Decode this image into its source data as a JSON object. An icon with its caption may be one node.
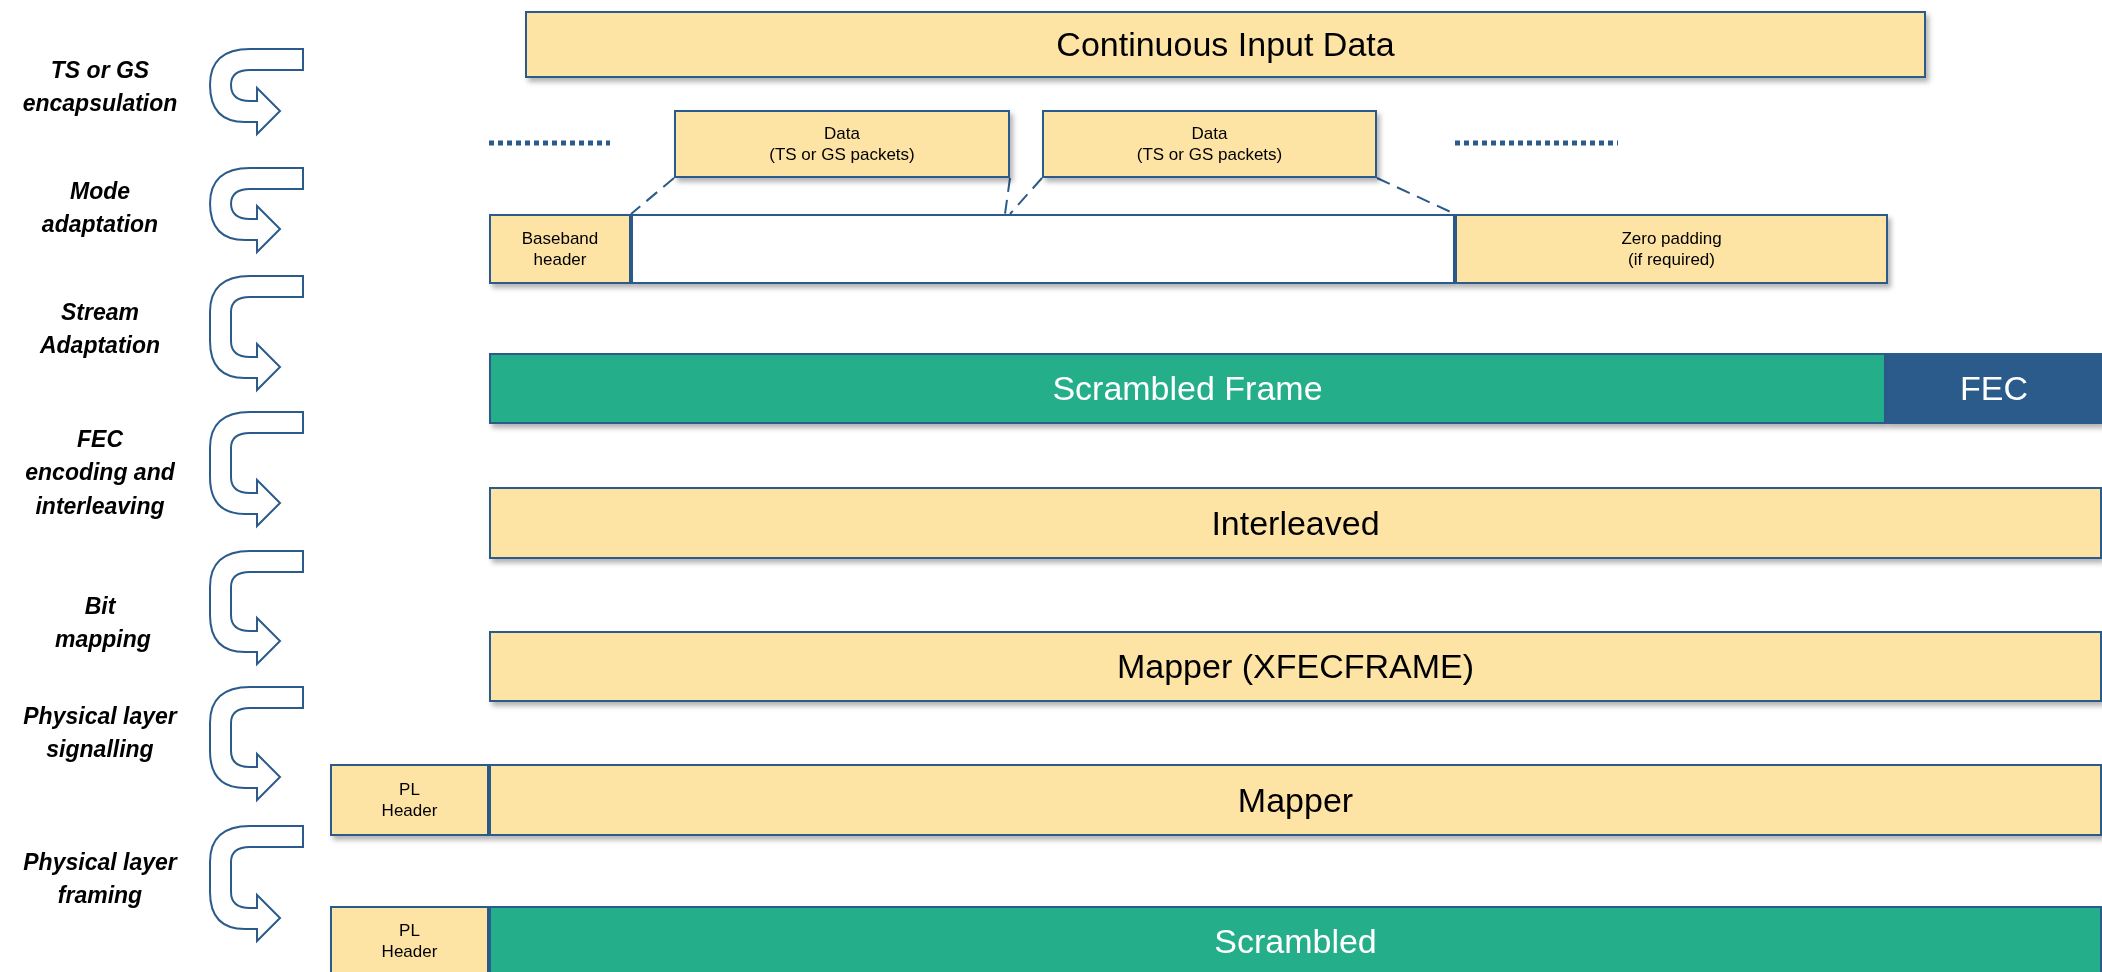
{
  "diagram": {
    "nodes": [
      {
        "text": [
          "Continuous Input Data"
        ]
      },
      {
        "text": [
          "Data",
          "(TS or GS packets)"
        ]
      },
      {
        "text": [
          "Data",
          "(TS or GS packets)"
        ]
      },
      {
        "text": [
          "Baseband header"
        ]
      },
      {
        "text": [],
        "shape": "box"
      },
      {
        "text": [
          "Zero padding",
          "(if required)"
        ]
      },
      {
        "text": [
          "Scrambled Frame"
        ]
      },
      {
        "text": [
          "FEC"
        ]
      },
      {
        "text": [
          "Interleaved"
        ]
      },
      {
        "text": [
          "Mapper (XFECFRAME)"
        ]
      },
      {
        "text": [
          "PL Header"
        ]
      },
      {
        "text": [
          "Mapper"
        ]
      },
      {
        "text": [
          "PL Header"
        ]
      },
      {
        "text": [
          "Scrambled"
        ]
      }
    ],
    "edges": [
      {
        "from": 1,
        "to": 4,
        "arrow": "none",
        "style": "dashed"
      },
      {
        "from": 1,
        "to": 4,
        "arrow": "none",
        "style": "dashed"
      },
      {
        "from": 2,
        "to": 4,
        "arrow": "none",
        "style": "dashed"
      },
      {
        "from": 2,
        "to": 4,
        "arrow": "none",
        "style": "dashed"
      }
    ],
    "labels": [
      "TS or GS encapsulation",
      "Mode adaptation",
      "Stream Adaptation",
      "FEC encoding and interleaving",
      "Bit mapping",
      "Physical layer signalling",
      "Physical layer framing"
    ]
  }
}
